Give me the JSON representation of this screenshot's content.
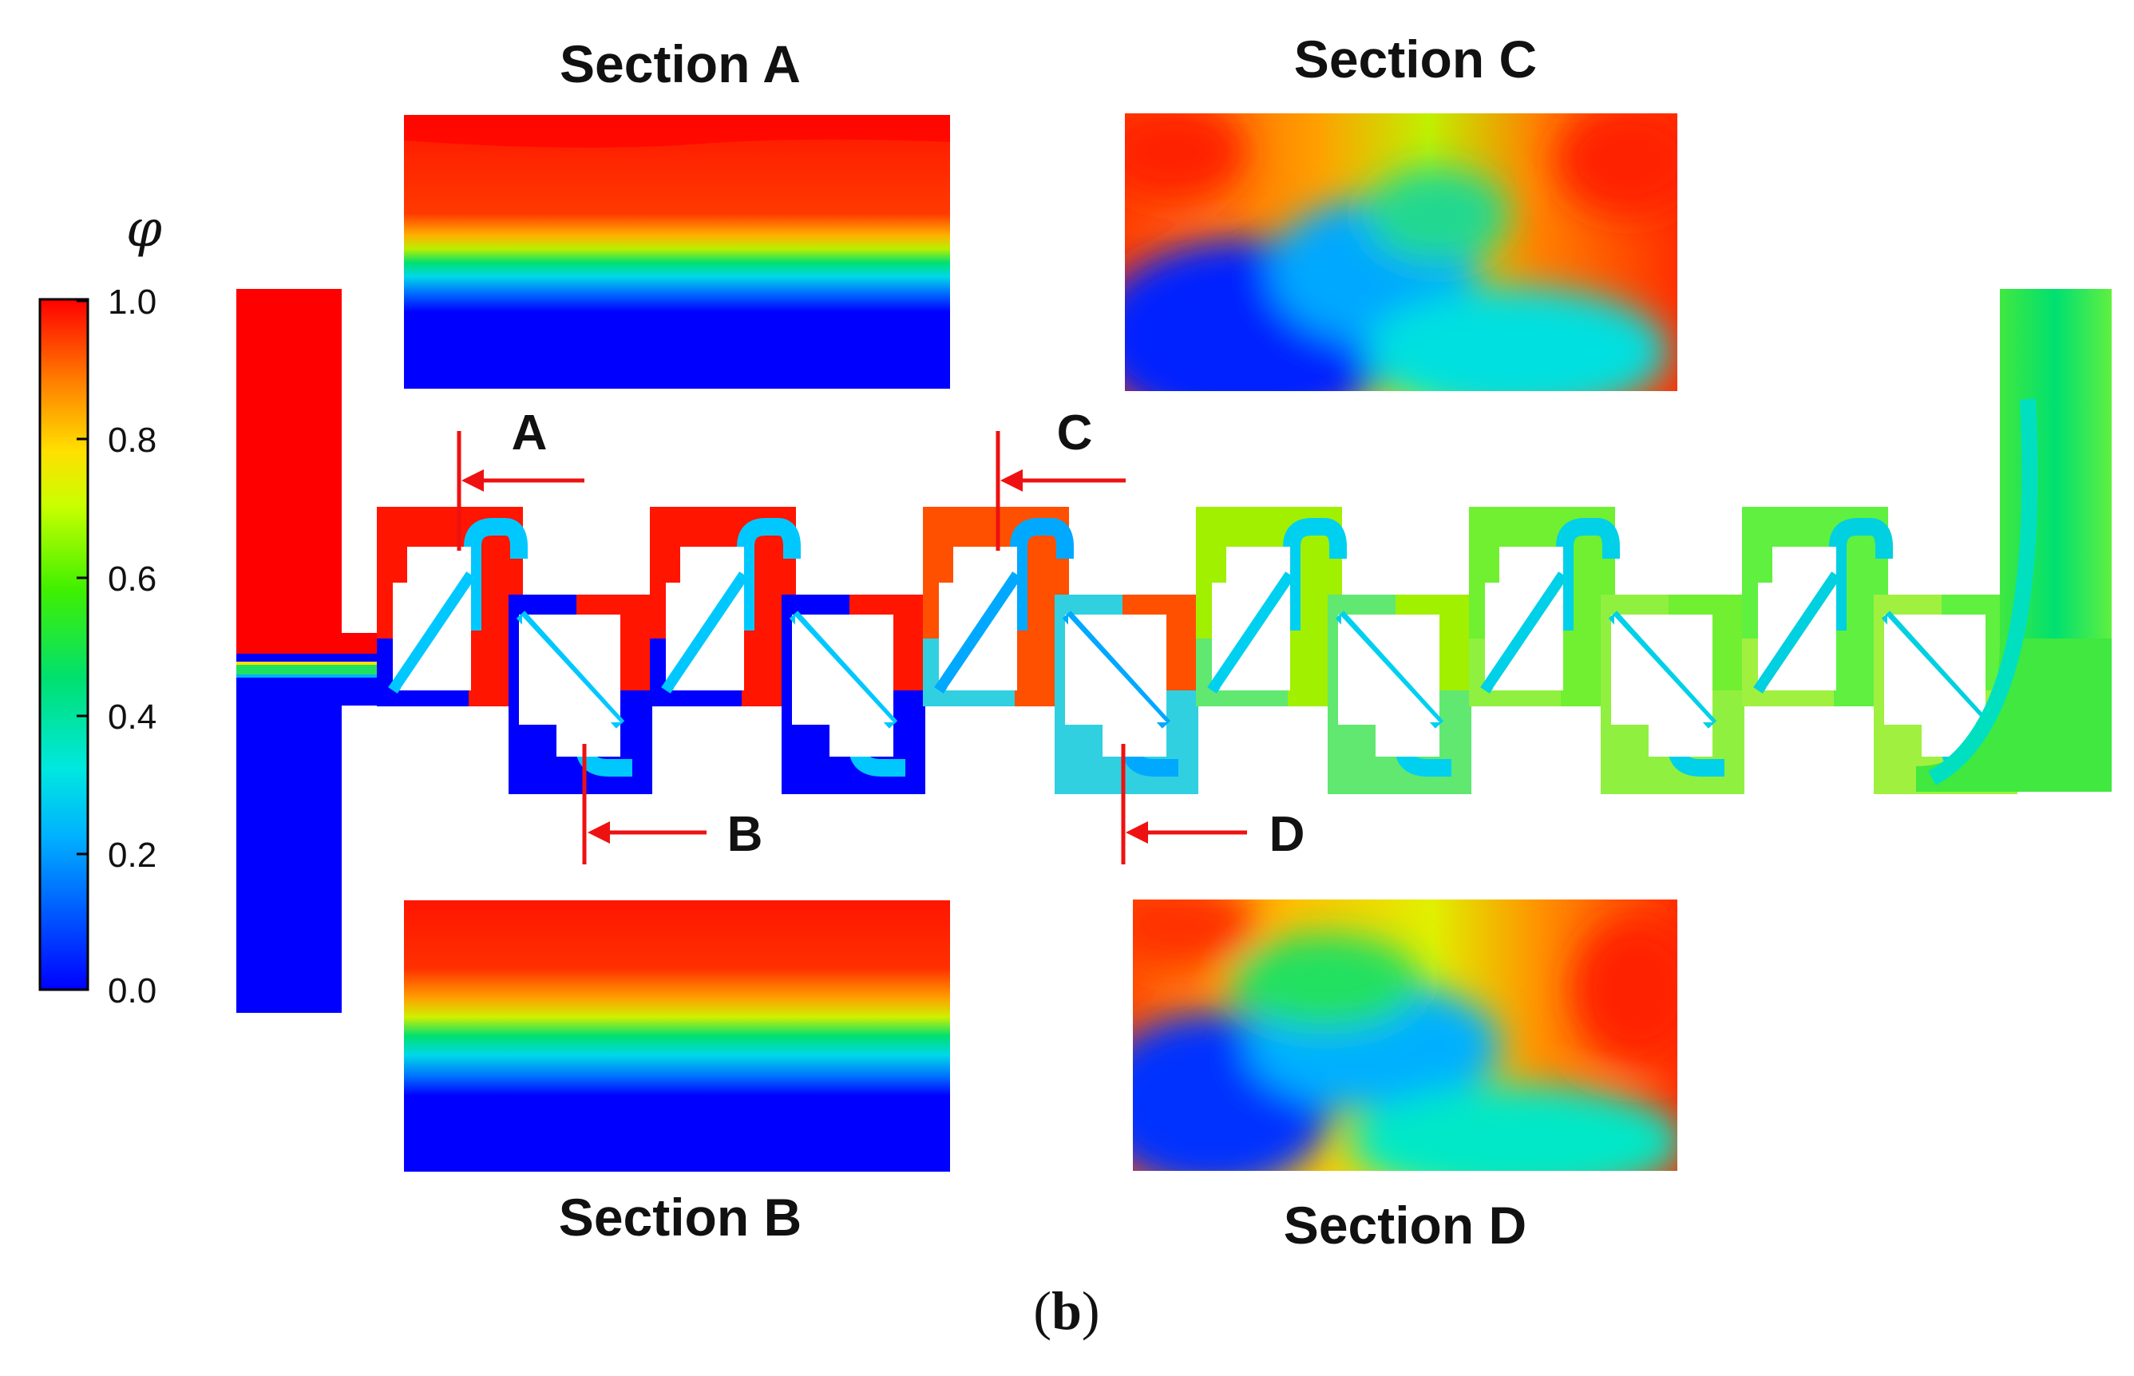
{
  "colorbar": {
    "symbol": "φ",
    "ticks": [
      "1.0",
      "0.8",
      "0.6",
      "0.4",
      "0.2",
      "0.0"
    ],
    "tick_values": [
      1.0,
      0.8,
      0.6,
      0.4,
      0.2,
      0.0
    ],
    "range": [
      0.0,
      1.0
    ],
    "colors": [
      "#0000ff",
      "#00a0ff",
      "#00e6e6",
      "#00e05a",
      "#7fff00",
      "#ffff00",
      "#ffa000",
      "#ff2000",
      "#ff0000"
    ]
  },
  "sections": {
    "A": {
      "title": "Section A"
    },
    "B": {
      "title": "Section B"
    },
    "C": {
      "title": "Section C"
    },
    "D": {
      "title": "Section D"
    }
  },
  "cut_labels": {
    "A": "A",
    "B": "B",
    "C": "C",
    "D": "D"
  },
  "caption": {
    "open": "(",
    "letter": "b",
    "close": ")"
  }
}
